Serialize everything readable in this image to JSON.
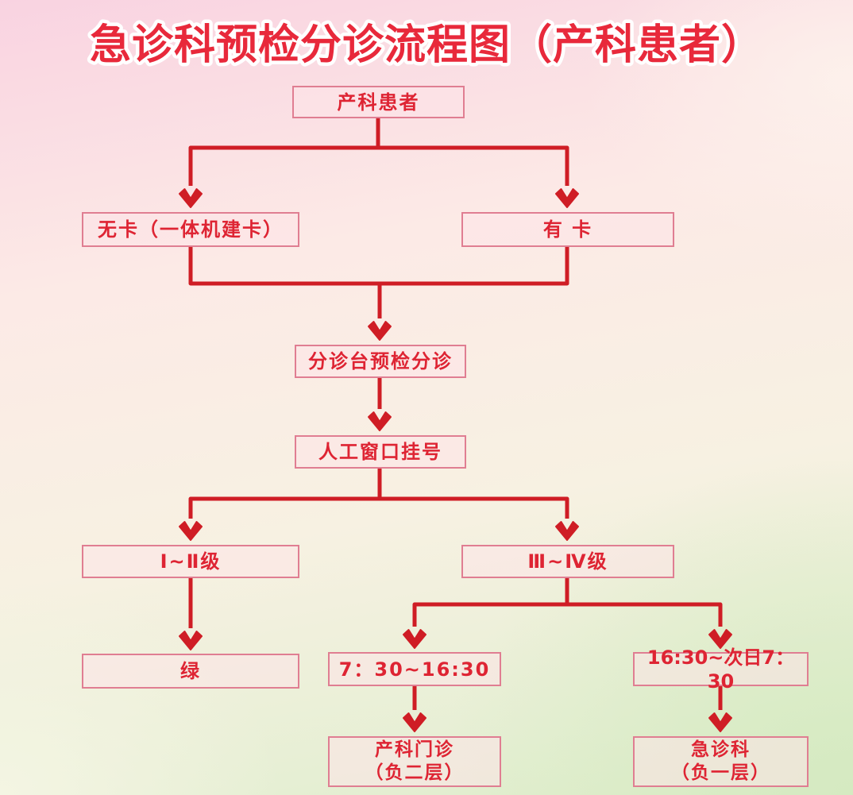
{
  "title": "急诊科预检分诊流程图（产科患者）",
  "colors": {
    "title_red": "#e8293b",
    "arrow_red": "#cf1d25",
    "box_border_pink": "#e07e92",
    "box_text_red": "#de2433",
    "background_pink": "#f9d3e1",
    "background_cream": "#f7f1e2",
    "background_green": "#ddedc9"
  },
  "flowchart": {
    "nodes": {
      "patient": {
        "label": "产科患者"
      },
      "no_card": {
        "label": "无卡（一体机建卡）"
      },
      "has_card": {
        "label": "有 卡"
      },
      "triage": {
        "label": "分诊台预检分诊"
      },
      "registration": {
        "label": "人工窗口挂号"
      },
      "level_1_2": {
        "label": "Ⅰ~Ⅱ级"
      },
      "level_3_4": {
        "label": "Ⅲ~Ⅳ级"
      },
      "green": {
        "label": "绿"
      },
      "day_time": {
        "label": "7：30~16:30"
      },
      "night_time": {
        "label": "16:30~次日7：30"
      },
      "obstetric_clinic": {
        "label": "产科门诊",
        "label2": "（负二层）"
      },
      "emergency_dept": {
        "label": "急诊科",
        "label2": "（负一层）"
      }
    },
    "edges": [
      [
        "patient",
        "no_card"
      ],
      [
        "patient",
        "has_card"
      ],
      [
        "no_card",
        "triage"
      ],
      [
        "has_card",
        "triage"
      ],
      [
        "triage",
        "registration"
      ],
      [
        "registration",
        "level_1_2"
      ],
      [
        "registration",
        "level_3_4"
      ],
      [
        "level_1_2",
        "green"
      ],
      [
        "level_3_4",
        "day_time"
      ],
      [
        "level_3_4",
        "night_time"
      ],
      [
        "day_time",
        "obstetric_clinic"
      ],
      [
        "night_time",
        "emergency_dept"
      ]
    ]
  }
}
